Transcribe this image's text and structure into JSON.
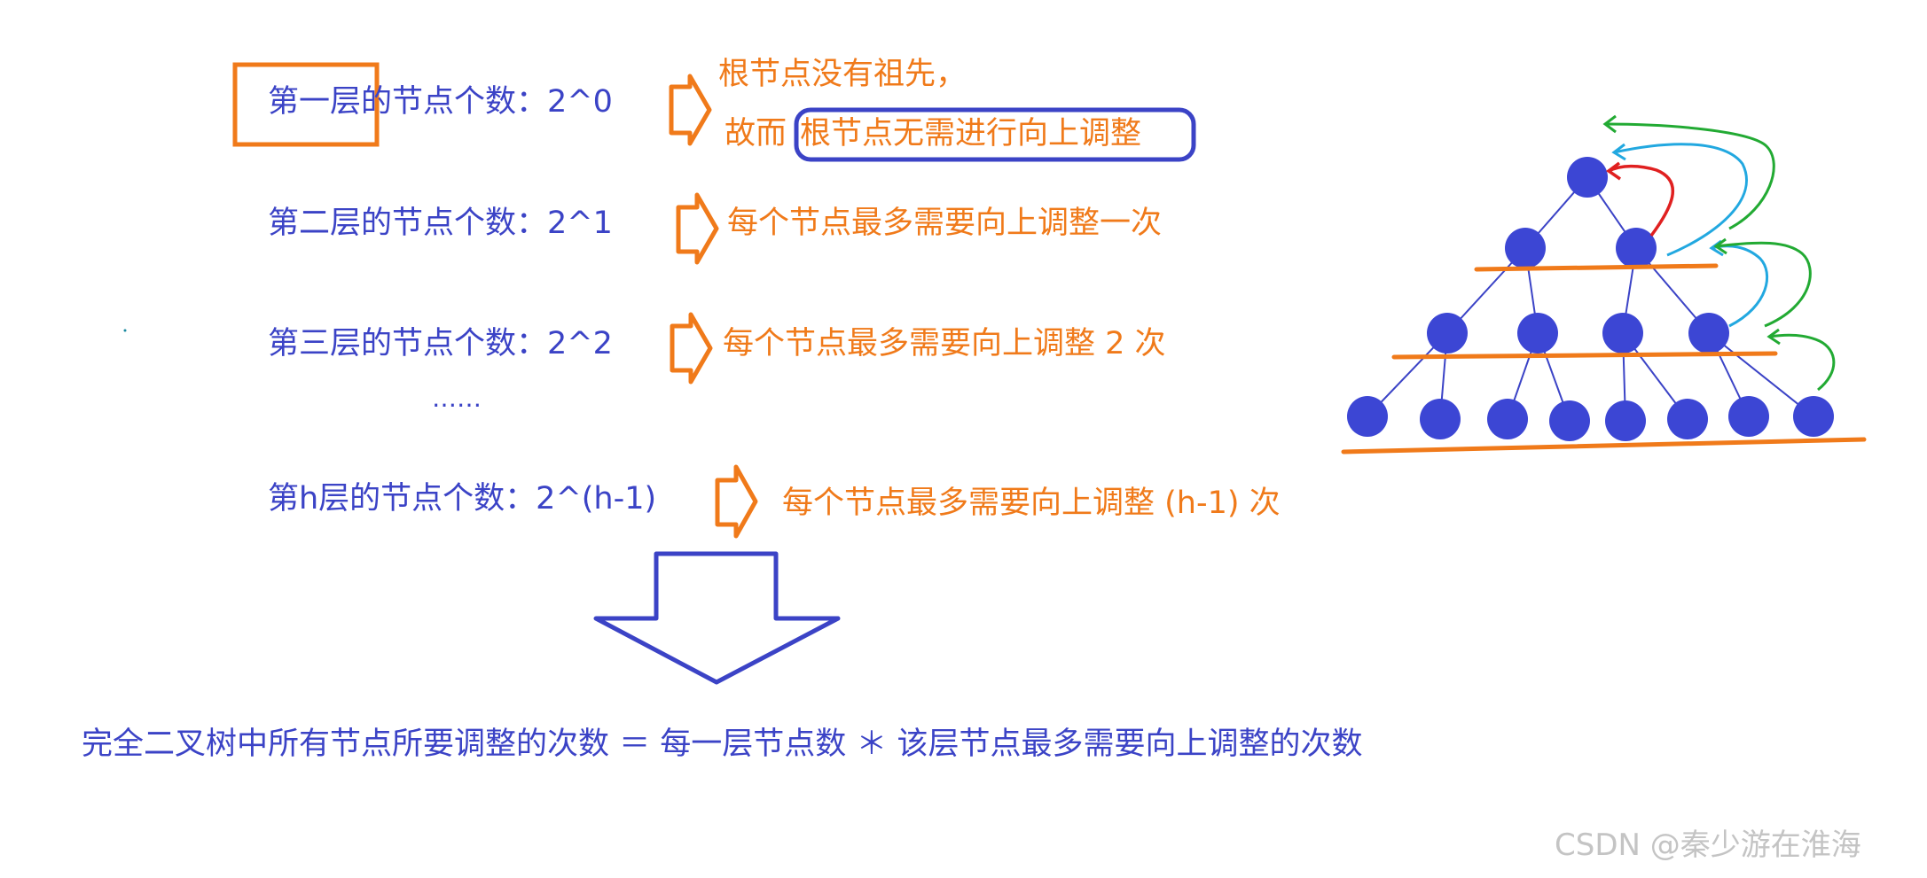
{
  "levels": [
    {
      "label": "第一层的节点个数：2^0",
      "note_line1": "根节点没有祖先，",
      "note_line2_prefix": "故而",
      "note_line2_highlight": "根节点无需进行向上调整"
    },
    {
      "label": "第二层的节点个数：2^1",
      "note": "每个节点最多需要向上调整一次"
    },
    {
      "label": "第三层的节点个数：2^2",
      "note": "每个节点最多需要向上调整 2 次"
    },
    {
      "label": "第h层的节点个数：2^(h-1)",
      "note": "每个节点最多需要向上调整 (h-1) 次"
    }
  ],
  "ellipsis": "……",
  "conclusion": "完全二叉树中所有节点所要调整的次数 ＝ 每一层节点数 ＊ 该层节点最多需要向上调整的次数",
  "watermark": "CSDN @秦少游在淮海",
  "colors": {
    "blue": "#3b43c6",
    "orange": "#f07a1a",
    "node": "#3c46d4",
    "red": "#e02020",
    "cyan": "#22a8e0",
    "green": "#22aa33"
  },
  "tree": {
    "levels": [
      1,
      2,
      4,
      8
    ]
  }
}
